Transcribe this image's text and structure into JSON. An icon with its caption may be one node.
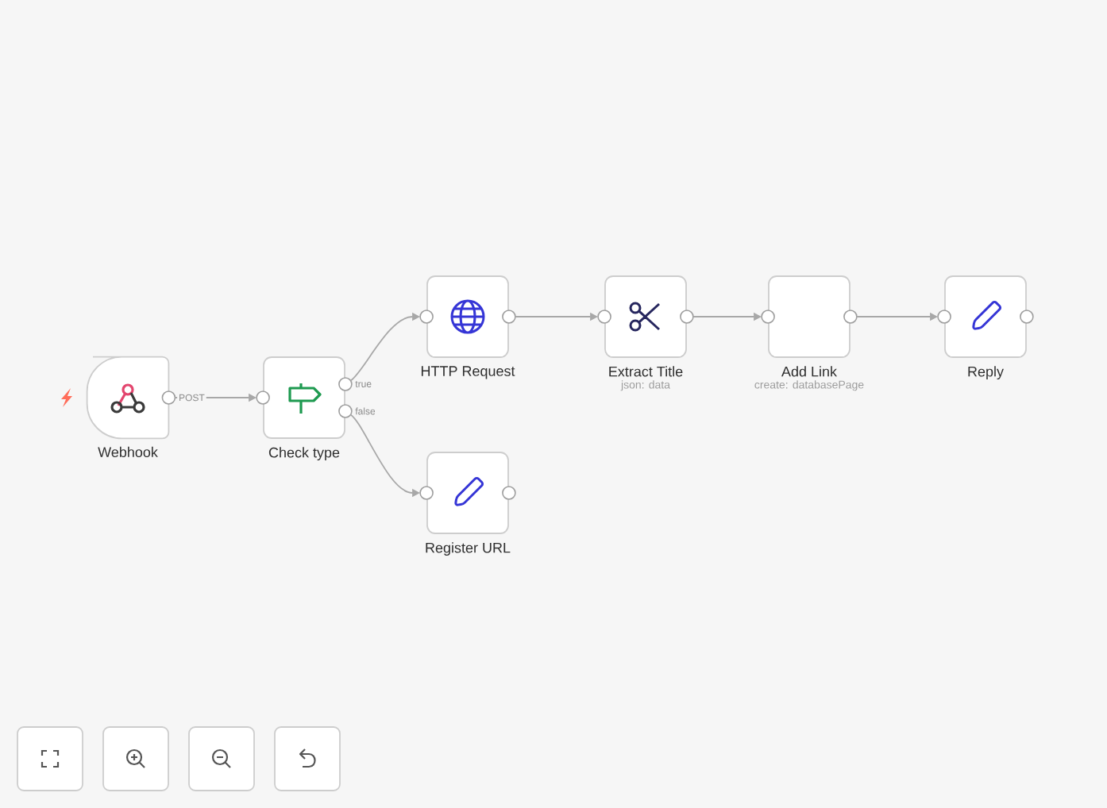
{
  "diagram": {
    "nodes": [
      {
        "text": [
          "Webhook"
        ]
      },
      {
        "text": [
          "Check type"
        ]
      },
      {
        "text": [
          "HTTP Request"
        ]
      },
      {
        "text": [
          "Extract Title",
          "json: data"
        ]
      },
      {
        "text": [
          "Add Link",
          "create: databasePage"
        ]
      },
      {
        "text": [
          "Reply"
        ]
      },
      {
        "text": [
          "Register URL"
        ]
      }
    ],
    "edges": [
      {
        "from": 0,
        "to": 1,
        "arrow": "to",
        "label": "POST"
      },
      {
        "from": 1,
        "to": 2,
        "arrow": "to",
        "label": "true"
      },
      {
        "from": 1,
        "to": 6,
        "arrow": "to",
        "label": "false"
      },
      {
        "from": 2,
        "to": 3,
        "arrow": "to"
      },
      {
        "from": 3,
        "to": 4,
        "arrow": "to"
      },
      {
        "from": 4,
        "to": 5,
        "arrow": "to"
      }
    ]
  }
}
